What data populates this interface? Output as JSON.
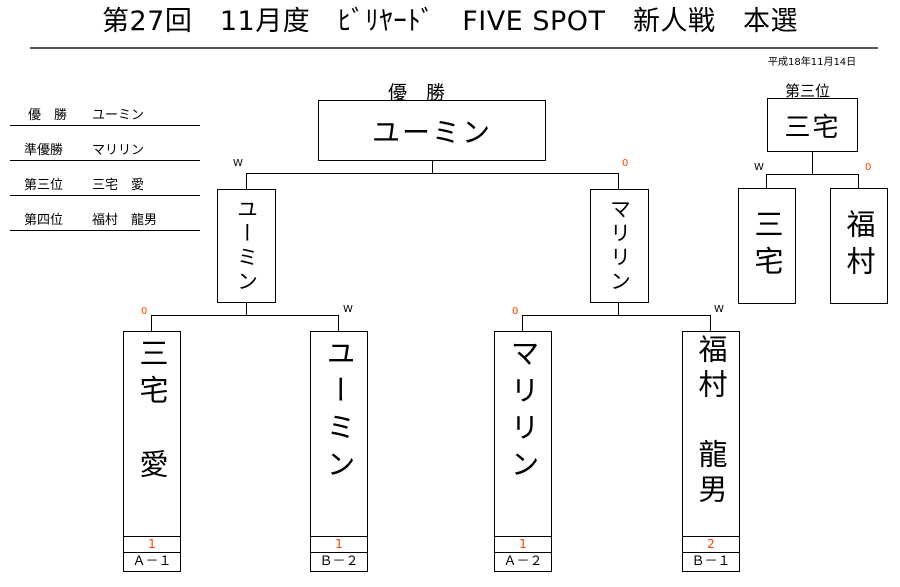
{
  "title": "第27回　11月度　ﾋﾞﾘﾔｰﾄﾞ　FIVE SPOT　新人戦　本選",
  "date": "平成18年11月14日",
  "champion_label": "優　勝",
  "third_label": "第三位",
  "results": [
    {
      "rank": "優　勝",
      "name": "ユーミン"
    },
    {
      "rank": "準優勝",
      "name": "マリリン"
    },
    {
      "rank": "第三位",
      "name": "三宅　愛"
    },
    {
      "rank": "第四位",
      "name": "福村　龍男"
    }
  ],
  "final": {
    "winner": "ユーミン",
    "left_mark": "W",
    "right_mark": "0"
  },
  "semis": [
    {
      "name": "ユーミン"
    },
    {
      "name": "マリリン"
    }
  ],
  "third_place": {
    "winner": "三宅",
    "left_mark": "W",
    "right_mark": "0",
    "players": [
      {
        "name": "三宅"
      },
      {
        "name": "福村"
      }
    ]
  },
  "players": [
    {
      "name": "三宅　愛",
      "mark": "0",
      "score": "1",
      "code": "Ａ－１"
    },
    {
      "name": "ユーミン",
      "mark": "W",
      "score": "1",
      "code": "Ｂ－２"
    },
    {
      "name": "マリリン",
      "mark": "0",
      "score": "1",
      "code": "Ａ－２"
    },
    {
      "name": "福村　龍男",
      "mark": "W",
      "score": "2",
      "code": "Ｂ－１"
    }
  ],
  "colors": {
    "accent": "#ff4000",
    "line": "#000000"
  }
}
